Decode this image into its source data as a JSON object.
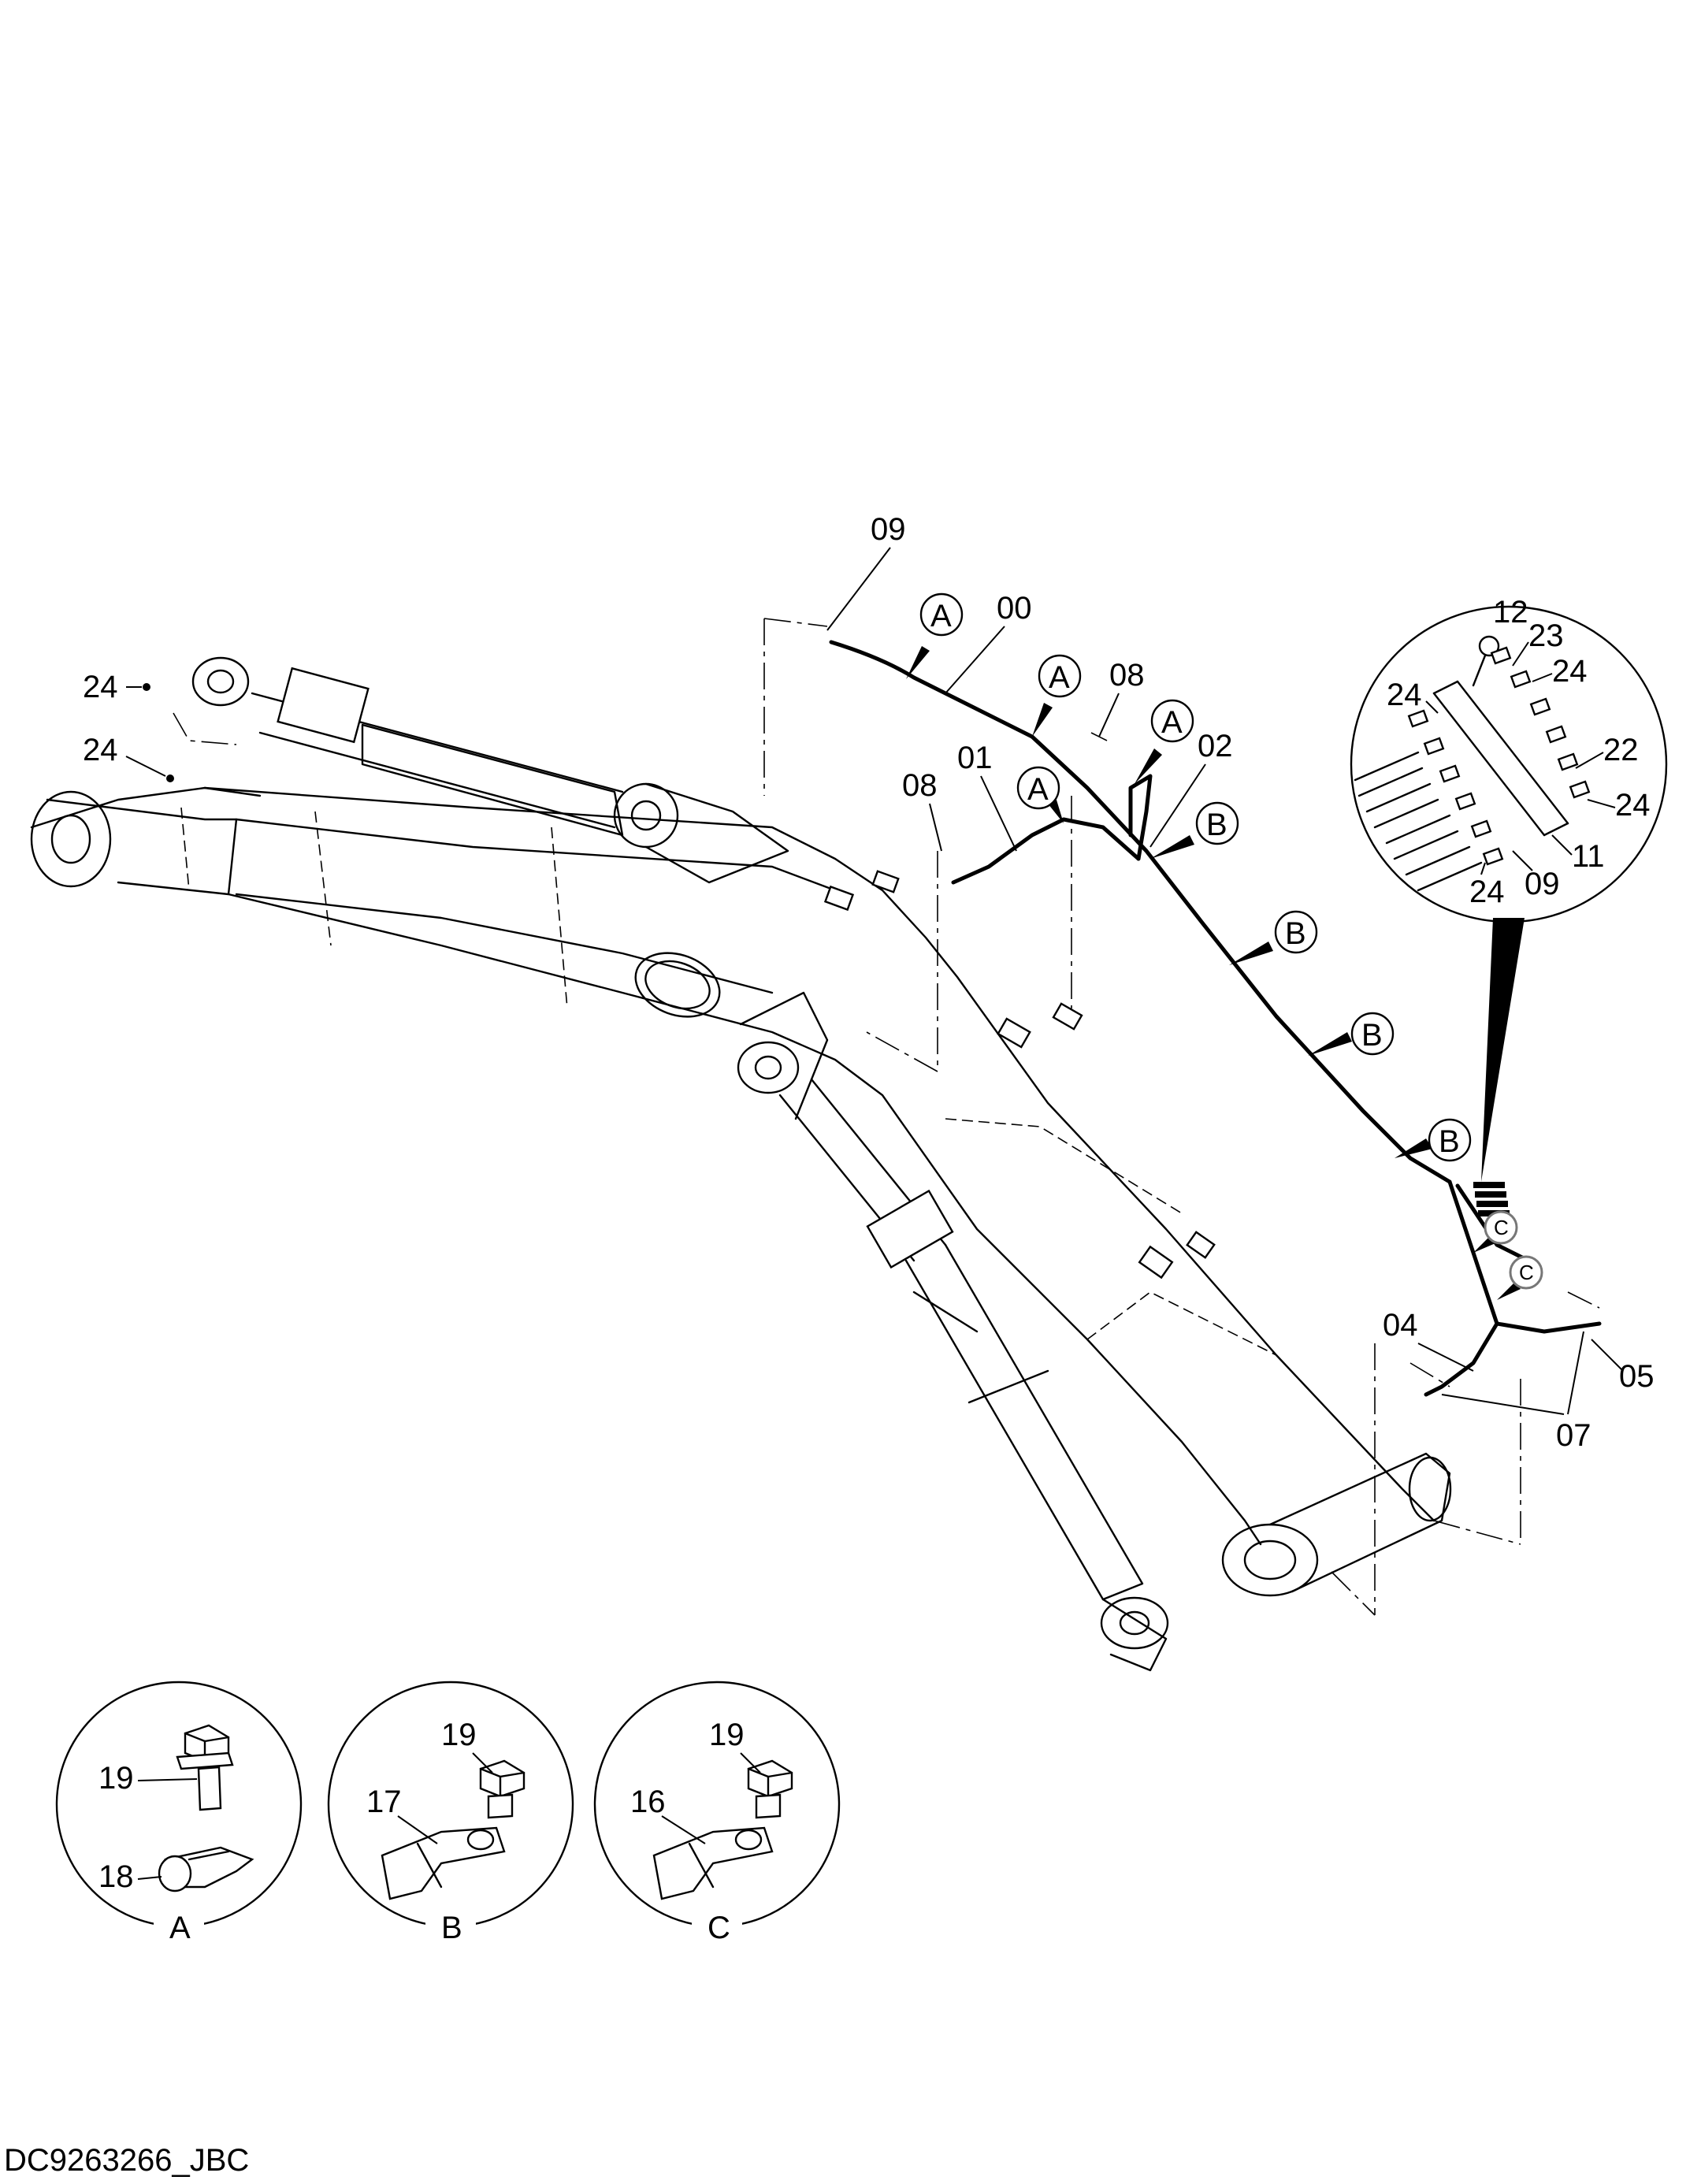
{
  "document_code": "DC9263266_JBC",
  "part_callouts": {
    "c00": "00",
    "c01": "01",
    "c02": "02",
    "c04": "04",
    "c05": "05",
    "c07": "07",
    "c08_left": "08",
    "c08_right": "08",
    "c09_top": "09",
    "c24_a": "24",
    "c24_b": "24"
  },
  "detail_markers": {
    "a": "A",
    "b": "B",
    "c": "C"
  },
  "connector_detail": {
    "c12": "12",
    "c23": "23",
    "c24_top_left": "24",
    "c24_top_right": "24",
    "c22": "22",
    "c24_right": "24",
    "c11": "11",
    "c09": "09",
    "c24_bottom": "24"
  },
  "detail_views": [
    {
      "label": "A",
      "parts": [
        "19",
        "18"
      ]
    },
    {
      "label": "B",
      "parts": [
        "19",
        "17"
      ]
    },
    {
      "label": "C",
      "parts": [
        "19",
        "16"
      ]
    }
  ]
}
